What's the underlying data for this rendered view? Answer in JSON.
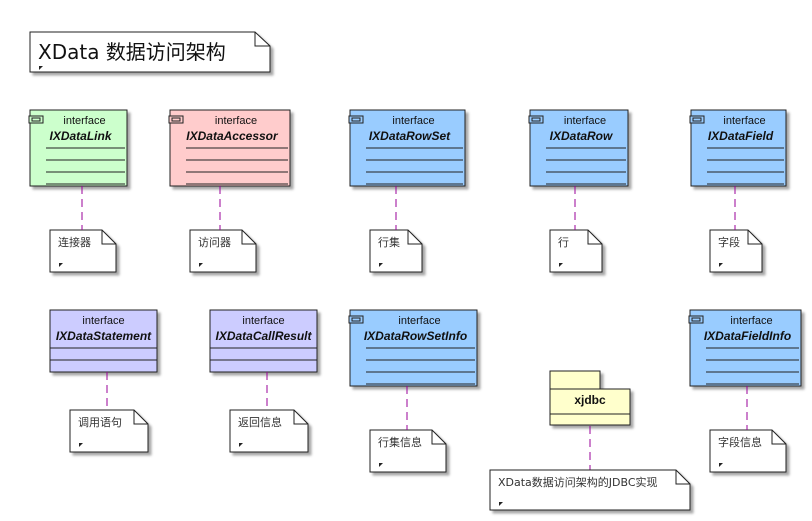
{
  "title": "XData 数据访问架构",
  "colors": {
    "green": "#ccffcc",
    "pink": "#ffcccc",
    "blue": "#99ccff",
    "violet": "#ccccff",
    "package": "#ffffcc",
    "note": "#ffffff",
    "dash": "#990099",
    "stroke": "#222222"
  },
  "interfaces": [
    {
      "id": "IXDataLink",
      "stereotype": "interface",
      "name": "IXDataLink",
      "color": "green",
      "tab": true,
      "note": "连接器"
    },
    {
      "id": "IXDataAccessor",
      "stereotype": "interface",
      "name": "IXDataAccessor",
      "color": "pink",
      "tab": true,
      "note": "访问器"
    },
    {
      "id": "IXDataRowSet",
      "stereotype": "interface",
      "name": "IXDataRowSet",
      "color": "blue",
      "tab": true,
      "note": "行集"
    },
    {
      "id": "IXDataRow",
      "stereotype": "interface",
      "name": "IXDataRow",
      "color": "blue",
      "tab": true,
      "note": "行"
    },
    {
      "id": "IXDataField",
      "stereotype": "interface",
      "name": "IXDataField",
      "color": "blue",
      "tab": true,
      "note": "字段"
    },
    {
      "id": "IXDataStatement",
      "stereotype": "interface",
      "name": "IXDataStatement",
      "color": "violet",
      "tab": false,
      "note": "调用语句"
    },
    {
      "id": "IXDataCallResult",
      "stereotype": "interface",
      "name": "IXDataCallResult",
      "color": "violet",
      "tab": false,
      "note": "返回信息"
    },
    {
      "id": "IXDataRowSetInfo",
      "stereotype": "interface",
      "name": "IXDataRowSetInfo",
      "color": "blue",
      "tab": true,
      "note": "行集信息"
    },
    {
      "id": "IXDataFieldInfo",
      "stereotype": "interface",
      "name": "IXDataFieldInfo",
      "color": "blue",
      "tab": true,
      "note": "字段信息"
    }
  ],
  "package": {
    "name": "xjdbc",
    "color": "package",
    "note": "XData数据访问架构的JDBC实现"
  }
}
